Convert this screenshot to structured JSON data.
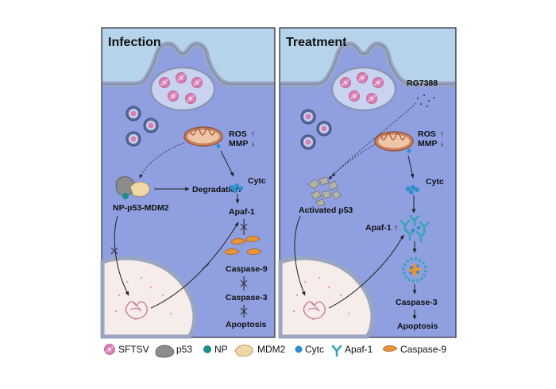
{
  "panels": {
    "infection": {
      "title": "Infection",
      "ros": "ROS",
      "mmp": "MMP",
      "complex": "NP-p53-MDM2",
      "degradation": "Degradation",
      "cytc": "Cytc",
      "apaf": "Apaf-1",
      "caspase9": "Caspase-9",
      "caspase3": "Caspase-3",
      "apoptosis": "Apoptosis"
    },
    "treatment": {
      "title": "Treatment",
      "drug": "RG7388",
      "ros": "ROS",
      "mmp": "MMP",
      "activated": "Activated p53",
      "cytc": "Cytc",
      "apaf": "Apaf-1",
      "caspase3": "Caspase-3",
      "apoptosis": "Apoptosis"
    }
  },
  "legend": [
    {
      "label": "SFTSV",
      "icon": "virus-icon"
    },
    {
      "label": "p53",
      "icon": "p53-icon"
    },
    {
      "label": "NP",
      "icon": "np-icon"
    },
    {
      "label": "MDM2",
      "icon": "mdm2-icon"
    },
    {
      "label": "Cytc",
      "icon": "cytc-icon"
    },
    {
      "label": "Apaf-1",
      "icon": "apaf1-icon"
    },
    {
      "label": "Caspase-9",
      "icon": "caspase9-icon"
    }
  ],
  "colors": {
    "cytoplasm": "#8f9fe0",
    "extracellular": "#b5d3ea",
    "membrane": "#9aa6c0",
    "nucleus": "#f6ecea",
    "virus": "#d77fb0",
    "cytc": "#2f8fcc",
    "caspase9": "#e8943a",
    "mdm2": "#f0d7a8",
    "np": "#1c8d8a",
    "p53": "#8c8c8c"
  }
}
